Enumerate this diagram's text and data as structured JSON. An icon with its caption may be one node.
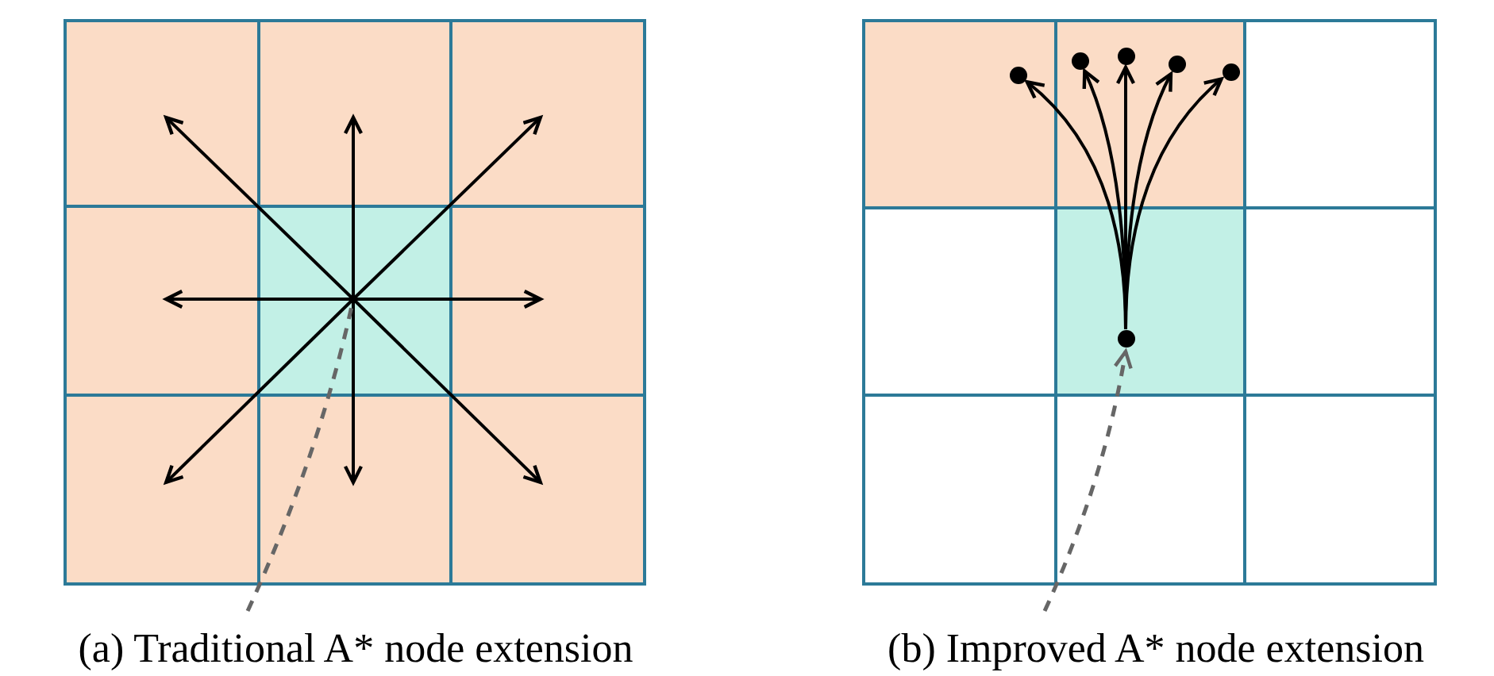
{
  "diagram": {
    "nodes": [
      {
        "text": [],
        "shape": "box"
      },
      {
        "text": [],
        "shape": "box"
      },
      {
        "text": [],
        "shape": "box"
      },
      {
        "text": [],
        "shape": "box"
      },
      {
        "text": [],
        "shape": "box"
      },
      {
        "text": [],
        "shape": "box"
      },
      {
        "text": [],
        "shape": "box"
      },
      {
        "text": [],
        "shape": "box"
      },
      {
        "text": [],
        "shape": "box"
      },
      {
        "text": [],
        "shape": "box"
      },
      {
        "text": [],
        "shape": "box"
      },
      {
        "text": [],
        "shape": "box"
      },
      {
        "text": [],
        "shape": "box"
      },
      {
        "text": [],
        "shape": "box"
      },
      {
        "text": [],
        "shape": "box"
      },
      {
        "text": [],
        "shape": "box"
      },
      {
        "text": [],
        "shape": "box"
      },
      {
        "text": [],
        "shape": "box"
      },
      {
        "text": [],
        "shape": "circle",
        "in": 13
      },
      {
        "text": [],
        "shape": "circle",
        "in": 9
      },
      {
        "text": [],
        "shape": "circle",
        "in": 10
      },
      {
        "text": [],
        "shape": "circle",
        "in": 10
      },
      {
        "text": [],
        "shape": "circle",
        "in": 10
      },
      {
        "text": [],
        "shape": "circle",
        "in": 10
      }
    ],
    "edges": [
      {
        "from": 4,
        "to": 0,
        "arrow": "to"
      },
      {
        "from": 4,
        "to": 1,
        "arrow": "to"
      },
      {
        "from": 4,
        "to": 2,
        "arrow": "to"
      },
      {
        "from": 4,
        "to": 3,
        "arrow": "to"
      },
      {
        "from": 4,
        "to": 5,
        "arrow": "to"
      },
      {
        "from": 4,
        "to": 6,
        "arrow": "to"
      },
      {
        "from": 4,
        "to": 7,
        "arrow": "to"
      },
      {
        "from": 4,
        "to": 8,
        "arrow": "to"
      },
      {
        "from": null,
        "to": 4,
        "arrow": "none",
        "style": "dashed",
        "color": "#666666"
      },
      {
        "from": 18,
        "to": 19,
        "arrow": "to"
      },
      {
        "from": 18,
        "to": 20,
        "arrow": "to"
      },
      {
        "from": 18,
        "to": 21,
        "arrow": "to"
      },
      {
        "from": 18,
        "to": 22,
        "arrow": "to"
      },
      {
        "from": 18,
        "to": 23,
        "arrow": "to"
      },
      {
        "from": null,
        "to": 18,
        "arrow": "to",
        "style": "dashed",
        "color": "#666666"
      }
    ],
    "labels": [
      "(a) Traditional A* node extension",
      "(b) Improved A* node extension"
    ]
  }
}
